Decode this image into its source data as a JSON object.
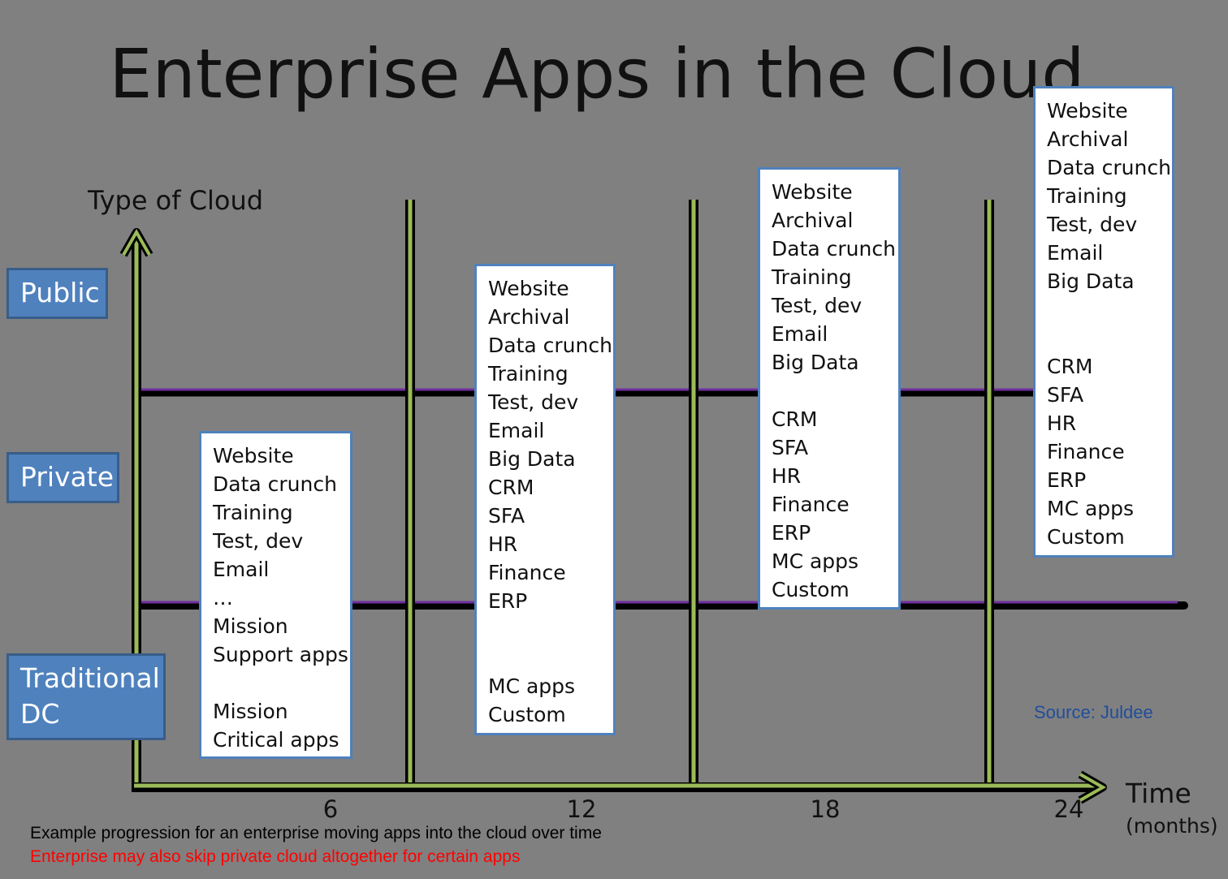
{
  "title": "Enterprise Apps in the Cloud",
  "y_axis_label": "Type of Cloud",
  "tiers": {
    "public": "Public",
    "private": "Private",
    "dc_line1": "Traditional",
    "dc_line2": "DC"
  },
  "x_axis": {
    "label": "Time",
    "unit": "(months)",
    "ticks": [
      "6",
      "12",
      "18",
      "24"
    ]
  },
  "boxes": {
    "m6": {
      "items": [
        "Website",
        "Data crunch",
        "Training",
        "Test, dev",
        "Email",
        "…",
        "Mission",
        "Support apps",
        "",
        "Mission",
        "Critical apps"
      ]
    },
    "m12": {
      "items": [
        "Website",
        "Archival",
        "Data crunch",
        "Training",
        "Test, dev",
        "Email",
        "Big Data",
        "CRM",
        "SFA",
        "HR",
        "Finance",
        "ERP",
        "",
        "",
        "MC apps",
        "Custom"
      ]
    },
    "m18": {
      "items": [
        "Website",
        "Archival",
        "Data crunch",
        "Training",
        "Test, dev",
        "Email",
        "Big Data",
        "",
        "CRM",
        "SFA",
        "HR",
        "Finance",
        "ERP",
        "MC apps",
        "Custom"
      ]
    },
    "m24": {
      "items": [
        "Website",
        "Archival",
        "Data crunch",
        "Training",
        "Test, dev",
        "Email",
        "Big Data",
        "",
        "",
        "CRM",
        "SFA",
        "HR",
        "Finance",
        "ERP",
        "MC apps",
        "Custom"
      ]
    }
  },
  "source": "Source: Juldee",
  "notes": {
    "line1": "Example progression for an enterprise moving apps into the cloud over time",
    "line2": "Enterprise may also skip private cloud altogether for certain apps"
  },
  "colors": {
    "background": "#808080",
    "axis_green": "#9bbb59",
    "tier_blue": "#4f81bd",
    "boundary_purple": "#7030a0",
    "note_red": "#ff0000",
    "source_blue": "#1f4e9a"
  }
}
